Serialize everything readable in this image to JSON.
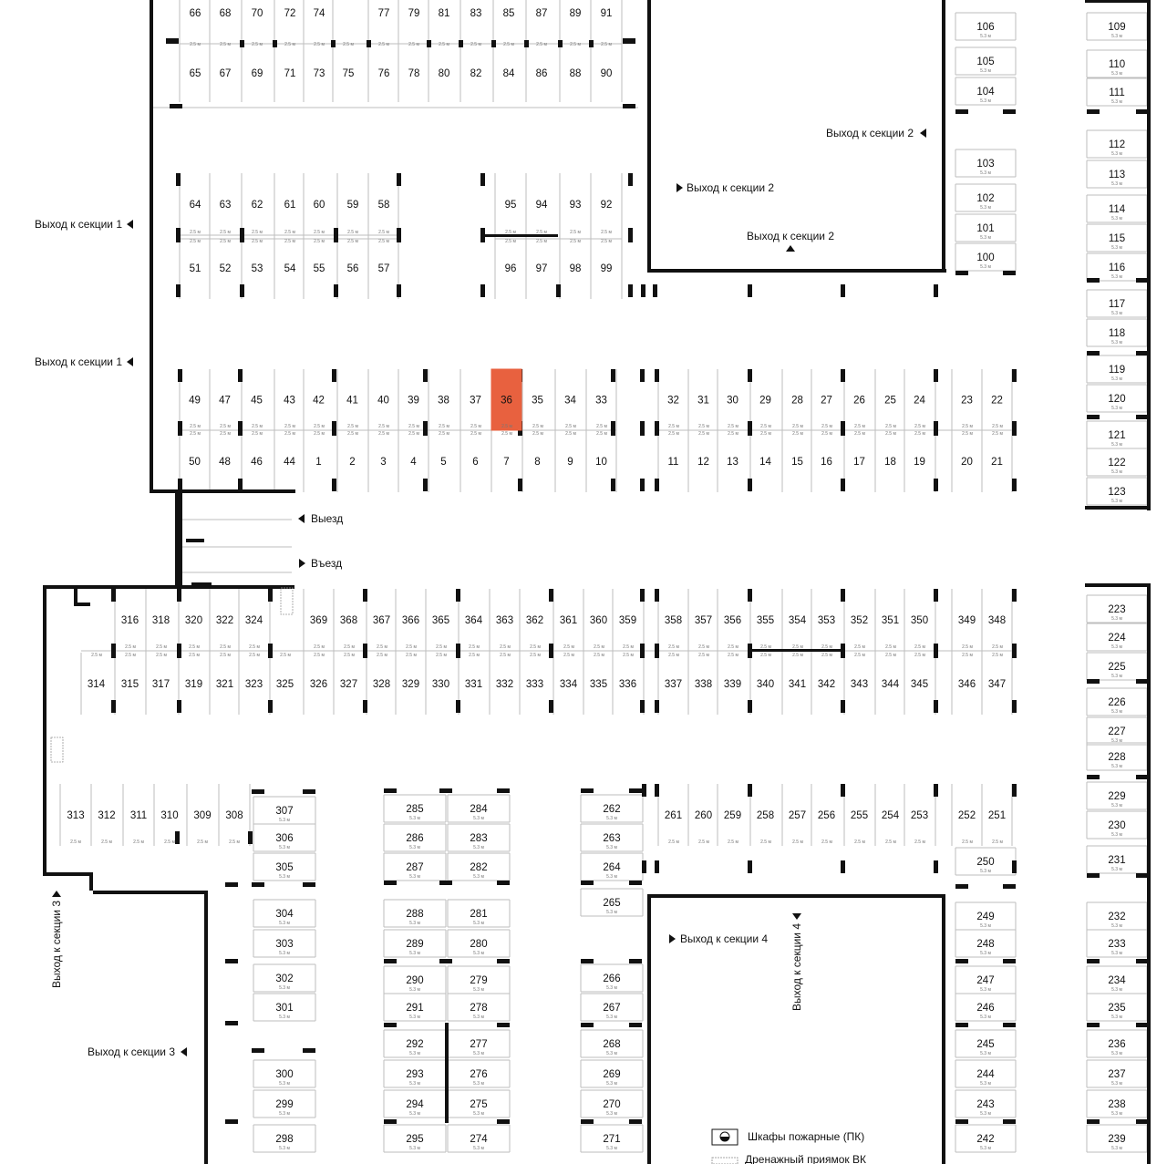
{
  "colors": {
    "selected": "#e8613f",
    "wall": "#111111",
    "line": "#bdbdbd",
    "background": "#ffffff"
  },
  "selected_space": "36",
  "labels": {
    "exit_s1": "Выход к секции 1",
    "exit_s2": "Выход к секции 2",
    "exit_s3": "Выход к секции 3",
    "exit_s4": "Выход к секции 4",
    "vyezd": "Выезд",
    "vezd": "Въезд"
  },
  "legend": {
    "fire_cabinets": "Шкафы пожарные (ПК)",
    "drain": "Дренажный приямок ВК"
  },
  "dimension_labels": {
    "width": "2.5 м",
    "length": "5.3 м"
  },
  "icons": {
    "fire_cabinet": "fire-cabinet-icon",
    "drain": "drain-grate-icon",
    "arrow": "triangle-arrow-icon"
  },
  "rows": {
    "r_top1": [
      "66",
      "68",
      "70",
      "72",
      "74",
      "77",
      "79",
      "81",
      "83",
      "85",
      "87",
      "89",
      "91"
    ],
    "r_top2": [
      "65",
      "67",
      "69",
      "71",
      "73",
      "75",
      "76",
      "78",
      "80",
      "82",
      "84",
      "86",
      "88",
      "90"
    ],
    "r_b1a": [
      "64",
      "63",
      "62",
      "61",
      "60",
      "59",
      "58"
    ],
    "r_b1b": [
      "95",
      "94",
      "93",
      "92"
    ],
    "r_b2a": [
      "51",
      "52",
      "53",
      "54",
      "55",
      "56",
      "57"
    ],
    "r_b2b": [
      "96",
      "97",
      "98",
      "99"
    ],
    "r_m1a": [
      "49",
      "47",
      "45",
      "43",
      "42",
      "41",
      "40",
      "39",
      "38",
      "37",
      "36",
      "35",
      "34",
      "33"
    ],
    "r_m1b": [
      "32",
      "31",
      "30",
      "29",
      "28",
      "27",
      "26",
      "25",
      "24",
      "23",
      "22"
    ],
    "r_m2a": [
      "50",
      "48",
      "46",
      "44",
      "1",
      "2",
      "3",
      "4",
      "5",
      "6",
      "7",
      "8",
      "9",
      "10"
    ],
    "r_m2b": [
      "11",
      "12",
      "13",
      "14",
      "15",
      "16",
      "17",
      "18",
      "19",
      "20",
      "21"
    ],
    "r_s1": [
      "316",
      "318",
      "320",
      "322",
      "324",
      "369",
      "368",
      "367",
      "366",
      "365",
      "364",
      "363",
      "362",
      "361",
      "360",
      "359",
      "358",
      "357",
      "356",
      "355",
      "354",
      "353",
      "352",
      "351",
      "350",
      "349",
      "348"
    ],
    "r_s2": [
      "314",
      "315",
      "317",
      "319",
      "321",
      "323",
      "325",
      "326",
      "327",
      "328",
      "329",
      "330",
      "331",
      "332",
      "333",
      "334",
      "335",
      "336",
      "337",
      "338",
      "339",
      "340",
      "341",
      "342",
      "343",
      "344",
      "345",
      "346",
      "347"
    ],
    "r_l1": [
      "313",
      "312",
      "311",
      "310",
      "309",
      "308"
    ],
    "r_l2": [
      "261",
      "260",
      "259",
      "258",
      "257",
      "256",
      "255",
      "254",
      "253",
      "252",
      "251"
    ],
    "c_307": [
      "307",
      "306",
      "305",
      "304",
      "303",
      "302",
      "301",
      "300",
      "299",
      "298"
    ],
    "c_285": [
      "285",
      "286",
      "287",
      "288",
      "289",
      "290",
      "291",
      "292",
      "293",
      "294",
      "295"
    ],
    "c_284": [
      "284",
      "283",
      "282",
      "281",
      "280",
      "279",
      "278",
      "277",
      "276",
      "275",
      "274"
    ],
    "c_262": [
      "262",
      "263",
      "264",
      "265",
      "266",
      "267",
      "268",
      "269",
      "270",
      "271"
    ],
    "c_250": [
      "250",
      "249",
      "248",
      "247",
      "246",
      "245",
      "244",
      "243",
      "242"
    ],
    "c_106": [
      "106",
      "105",
      "104",
      "103",
      "102",
      "101",
      "100"
    ],
    "c_109": [
      "109",
      "110",
      "111",
      "112",
      "113",
      "114",
      "115",
      "116",
      "117",
      "118",
      "119",
      "120",
      "121",
      "122",
      "123"
    ],
    "c_223": [
      "223",
      "224",
      "225",
      "226",
      "227",
      "228",
      "229",
      "230",
      "231",
      "232",
      "233",
      "234",
      "235",
      "236",
      "237",
      "238",
      "239"
    ]
  }
}
